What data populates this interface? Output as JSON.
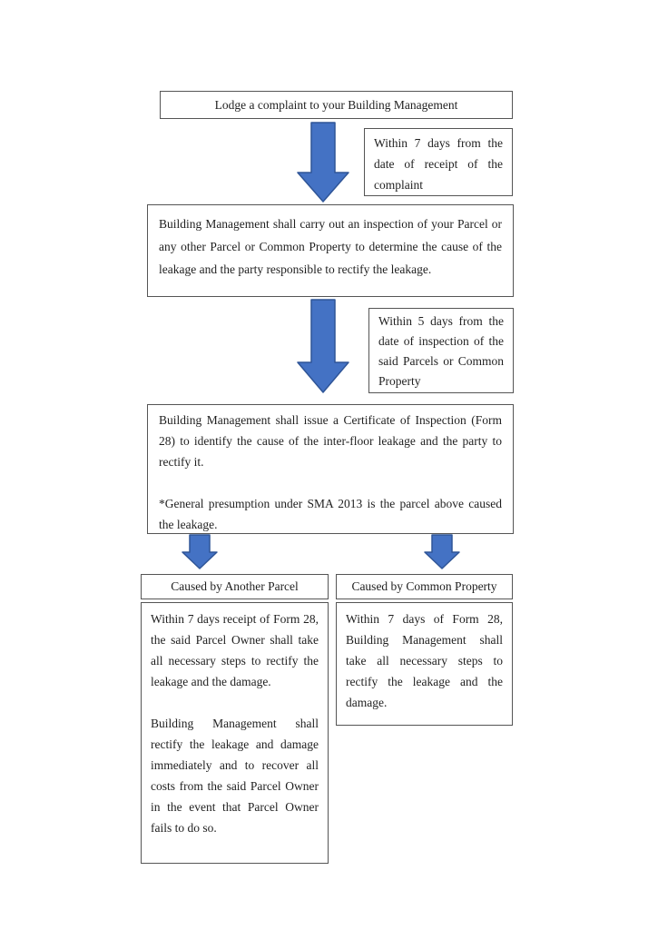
{
  "colors": {
    "arrow_fill": "#4472C4",
    "arrow_border": "#2F5597",
    "box_border": "#555555",
    "text": "#1f1f1f",
    "background": "#ffffff"
  },
  "icons": {
    "connector": "block-down-arrow"
  },
  "flow": {
    "step1": {
      "text": "Lodge a complaint to your Building Management"
    },
    "annotation1": {
      "text": "Within 7 days from the date of receipt of the complaint"
    },
    "step2": {
      "text": "Building Management shall carry out an inspection of your Parcel or any other Parcel or Common Property to determine the cause of the leakage and the party responsible to rectify the leakage."
    },
    "annotation2": {
      "text": "Within 5 days from the date of inspection of the said Parcels or Common Property"
    },
    "step3": {
      "para1": "Building Management shall issue a Certificate of Inspection (Form 28) to identify the cause of the inter-floor leakage and the party to rectify it.",
      "note": "*General presumption under SMA 2013 is the parcel above caused the leakage."
    },
    "branch_left": {
      "header": "Caused by Another Parcel",
      "para1": "Within 7 days receipt of Form 28, the said Parcel Owner shall take all necessary steps to rectify the leakage and the damage.",
      "para2": "Building Management shall rectify the leakage and damage immediately and to recover all costs from the said Parcel Owner in the event that Parcel Owner fails to do so."
    },
    "branch_right": {
      "header": "Caused by Common Property",
      "para1": "Within 7 days of Form 28, Building Management shall take all necessary steps to rectify the leakage and the damage."
    }
  }
}
